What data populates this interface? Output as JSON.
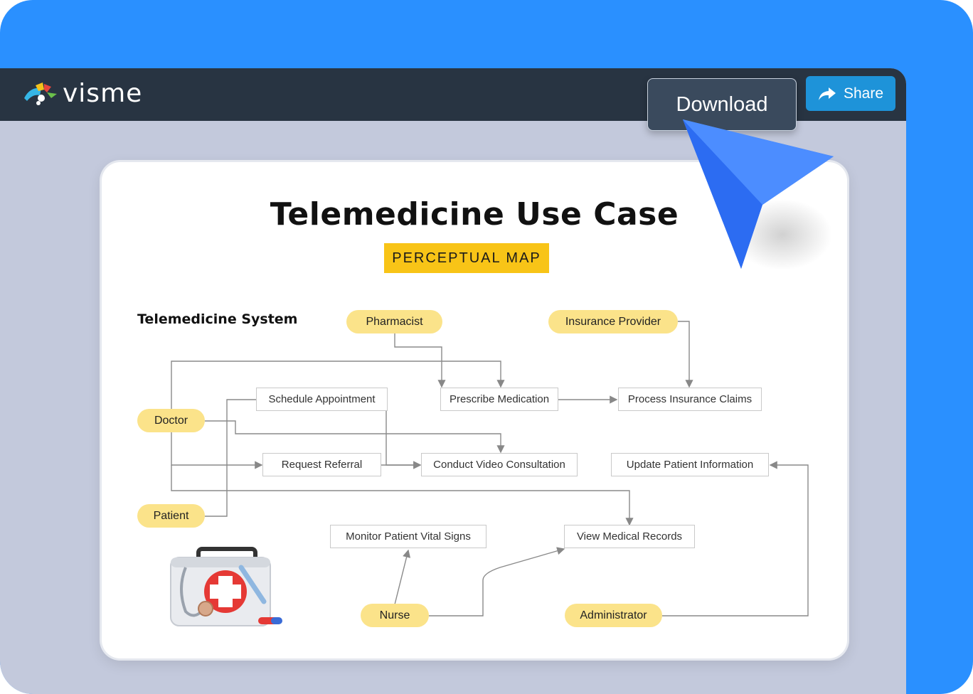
{
  "brand": {
    "name": "visme"
  },
  "toolbar": {
    "download_label": "Download",
    "share_label": "Share"
  },
  "diagram": {
    "title": "Telemedicine Use Case",
    "subtitle": "PERCEPTUAL MAP",
    "system_label": "Telemedicine System",
    "actors": {
      "pharmacist": "Pharmacist",
      "insurance_provider": "Insurance Provider",
      "doctor": "Doctor",
      "patient": "Patient",
      "nurse": "Nurse",
      "administrator": "Administrator"
    },
    "use_cases": {
      "schedule_appointment": "Schedule Appointment",
      "prescribe_medication": "Prescribe Medication",
      "process_insurance_claims": "Process Insurance Claims",
      "request_referral": "Request Referral",
      "conduct_video_consultation": "Conduct Video Consultation",
      "update_patient_information": "Update Patient Information",
      "monitor_patient_vital_signs": "Monitor Patient Vital Signs",
      "view_medical_records": "View Medical Records"
    }
  },
  "colors": {
    "frame": "#2a90ff",
    "topbar": "#283442",
    "actor": "#fbe38a",
    "subtitle_bg": "#f8c417",
    "share": "#1e93d9"
  }
}
